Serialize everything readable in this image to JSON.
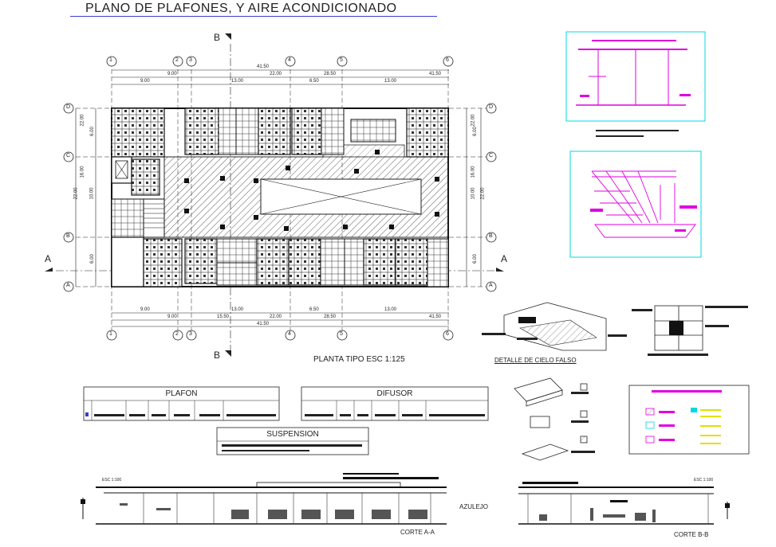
{
  "title": "PLANO DE PLAFONES, Y AIRE ACONDICIONADO",
  "plan": {
    "caption": "PLANTA TIPO  ESC 1:125",
    "section_marks": {
      "a": "A",
      "b": "B"
    },
    "grid_cols": [
      "1",
      "2",
      "3",
      "4",
      "5",
      "6"
    ],
    "grid_rows": [
      "D",
      "C",
      "B",
      "A"
    ],
    "dims_top_total": "41.50",
    "dims_top_1": [
      "9.00",
      "22.00",
      "28.50",
      "41.50"
    ],
    "dims_top_2": [
      "9.00",
      "13.00",
      "6.50",
      "13.00"
    ],
    "dims_bottom_1": [
      "9.00",
      "13.00",
      "6.50",
      "13.00"
    ],
    "dims_bottom_2": [
      "9.00",
      "15.50",
      "22.00",
      "28.50",
      "41.50"
    ],
    "dims_bottom_total": "41.50",
    "dims_left_1": [
      "22.00",
      "16.00",
      "22.00"
    ],
    "dims_left_2": [
      "6.00",
      "10.00",
      "6.00"
    ],
    "dims_right_1": [
      "22.00",
      "16.00",
      "22.00"
    ],
    "dims_right_2": [
      "6.00",
      "10.00",
      "6.00"
    ]
  },
  "detail_caption": "DETALLE  DE  CIELO FALSO",
  "tables": {
    "plafon": "PLAFON",
    "difusor": "DIFUSOR",
    "suspension": "SUSPENSION"
  },
  "sections": {
    "scale_a": "ESC 1:100",
    "scale_b": "ESC 1:100",
    "azulejo": "AZULEJO",
    "corte_a": "CORTE A-A",
    "corte_b": "CORTE B-B"
  },
  "colors": {
    "cad_blue": "#3a3ad0",
    "cad_magenta": "#e000e0",
    "cad_cyan": "#00d8e0",
    "ink": "#222222"
  }
}
